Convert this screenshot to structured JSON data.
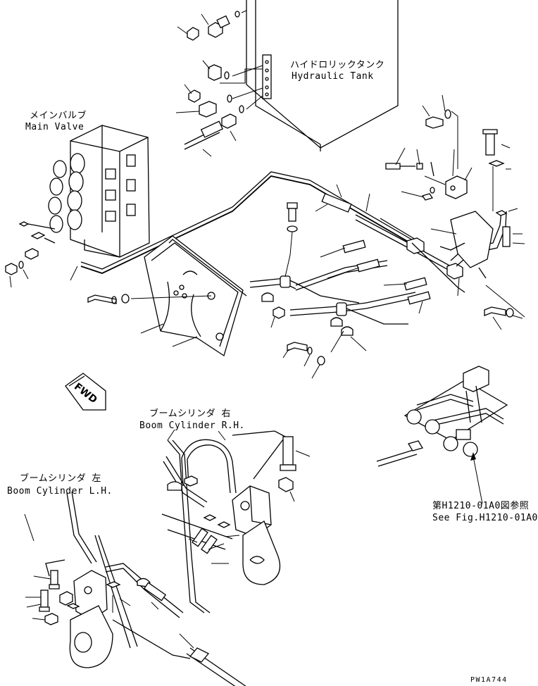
{
  "labels": {
    "hydraulic_tank_jp": "ハイドロリックタンク",
    "hydraulic_tank_en": "Hydraulic Tank",
    "main_valve_jp": "メインバルブ",
    "main_valve_en": "Main Valve",
    "boom_rh_jp": "ブームシリンダ 右",
    "boom_rh_en": "Boom Cylinder R.H.",
    "boom_lh_jp": "ブームシリンダ 左",
    "boom_lh_en": "Boom Cylinder L.H.",
    "see_fig_jp": "第H1210-01A0図参照",
    "see_fig_en": "See Fig.H1210-01A0",
    "fwd": "FWD",
    "drawing_no": "PW1A744"
  }
}
